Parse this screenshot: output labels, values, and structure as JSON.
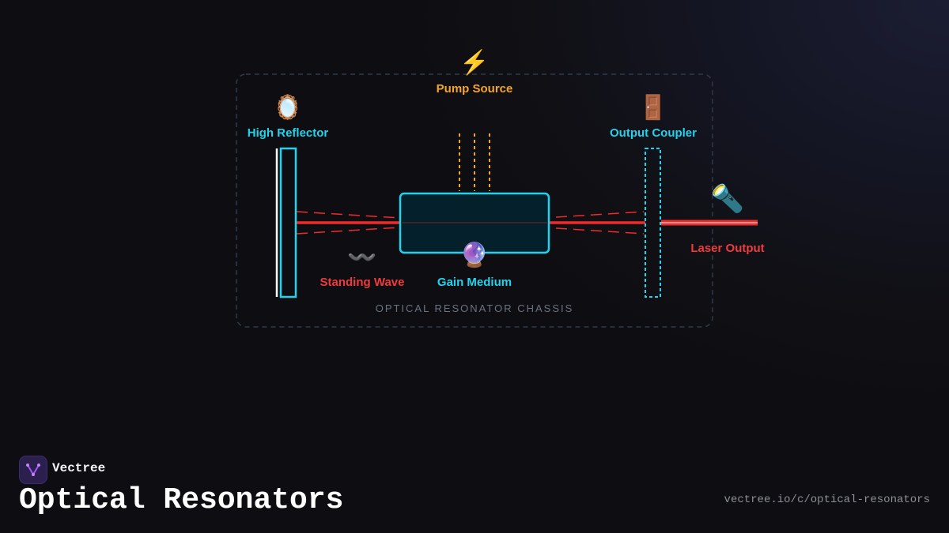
{
  "labels": {
    "pump_source": "Pump Source",
    "high_reflector": "High Reflector",
    "output_coupler": "Output Coupler",
    "laser_output": "Laser Output",
    "standing_wave": "Standing Wave",
    "gain_medium": "Gain Medium",
    "chassis": "OPTICAL RESONATOR CHASSIS"
  },
  "icons": {
    "pump_source": "⚡",
    "high_reflector": "🪞",
    "output_coupler": "🚪",
    "laser_output": "🔦",
    "standing_wave": "〰️",
    "gain_medium": "🔮"
  },
  "colors": {
    "cyan": "#22d3ee",
    "laser_red": "#ef2b2b",
    "pump_orange": "#f5a623",
    "chassis_border": "#2f3a4a"
  },
  "footer": {
    "brand": "Vectree",
    "title": "Optical Resonators",
    "url": "vectree.io/c/optical-resonators"
  }
}
